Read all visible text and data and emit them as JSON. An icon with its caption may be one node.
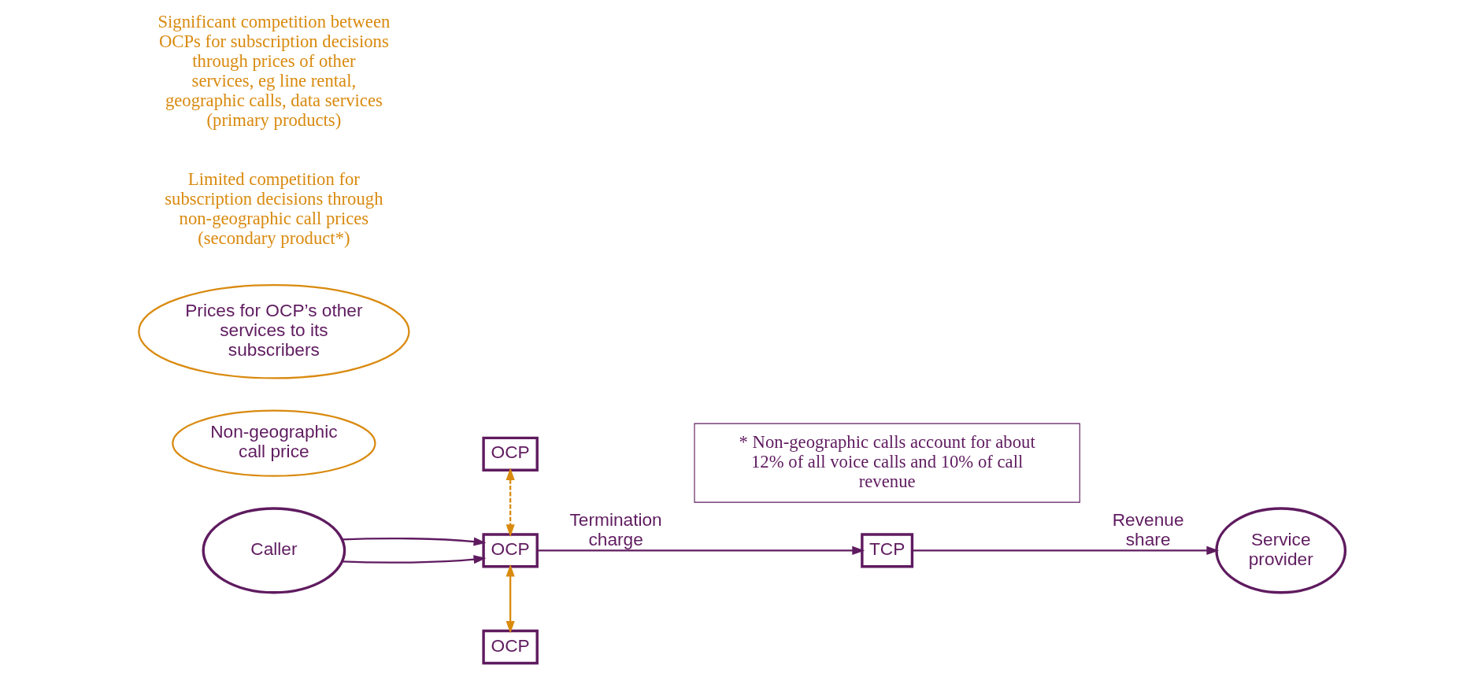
{
  "diagram": {
    "nodes": [
      {
        "text": [
          "OCP"
        ]
      },
      {
        "text": [
          "Caller"
        ]
      },
      {
        "text": [
          "OCP"
        ]
      },
      {
        "text": [
          "TCP"
        ]
      },
      {
        "text": [
          "Service provider"
        ]
      },
      {
        "text": [
          "OCP"
        ]
      },
      {
        "text": [
          "Non-geographic call price"
        ]
      },
      {
        "text": [
          "Prices for OCP’s other services to its subscribers"
        ]
      },
      {
        "text": [
          "* Non-geographic calls account for about 12% of all voice calls and 10% of call revenue"
        ]
      }
    ],
    "edges": [
      {
        "from": 1,
        "to": 2,
        "arrow": "to"
      },
      {
        "from": 1,
        "to": 2,
        "arrow": "to"
      },
      {
        "from": 0,
        "to": 2,
        "arrow": "both",
        "style": "dashed",
        "color": "#d98a0f"
      },
      {
        "from": 2,
        "to": 5,
        "arrow": "both",
        "color": "#d98a0f"
      },
      {
        "from": 2,
        "to": 3,
        "arrow": "to",
        "label": "Termination charge"
      },
      {
        "from": 3,
        "to": 4,
        "arrow": "to",
        "label": "Revenue share"
      }
    ],
    "labels": [
      "Limited competition for subscription decisions through non-geographic call prices (secondary product*)",
      "Significant competition between OCPs for subscription decisions through prices of other services, eg line rental, geographic calls, data services (primary products)"
    ]
  }
}
